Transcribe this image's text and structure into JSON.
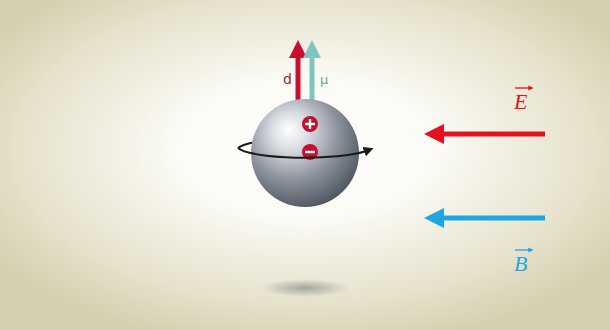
{
  "diagram": {
    "labels": [
      "d",
      "μ",
      "E",
      "B"
    ]
  }
}
